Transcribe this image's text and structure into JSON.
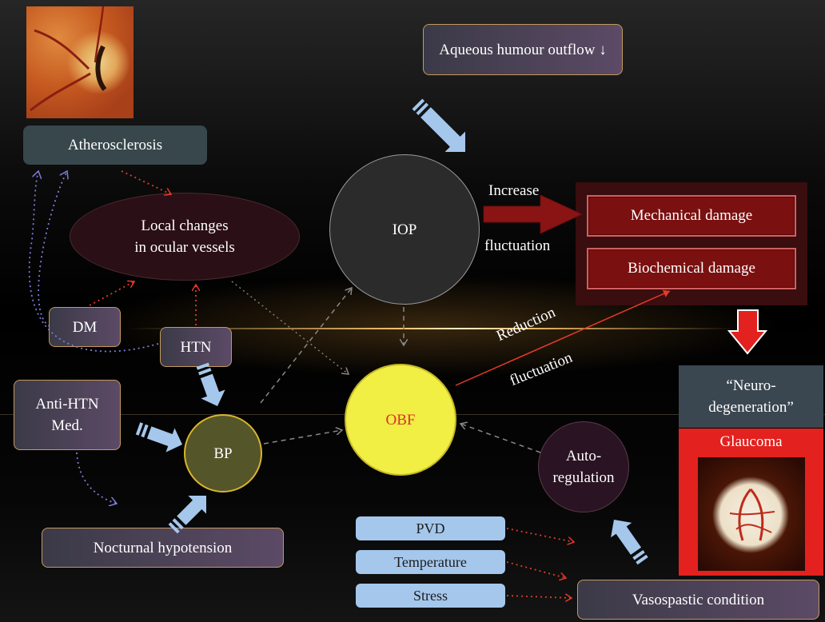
{
  "nodes": {
    "aqueous": "Aqueous humour outflow ↓",
    "atherosclerosis": "Atherosclerosis",
    "local_changes_line1": "Local changes",
    "local_changes_line2": "in ocular vessels",
    "iop": "IOP",
    "increase": "Increase",
    "fluctuation_top": "fluctuation",
    "mechanical": "Mechanical damage",
    "biochemical": "Biochemical damage",
    "dm": "DM",
    "htn": "HTN",
    "reduction": "Reduction",
    "fluctuation_bottom": "fluctuation",
    "neuro_line1": "“Neuro-",
    "neuro_line2": "degeneration”",
    "glaucoma": "Glaucoma",
    "anti_htn_line1": "Anti-HTN",
    "anti_htn_line2": "Med.",
    "obf": "OBF",
    "bp": "BP",
    "autoreg_line1": "Auto-",
    "autoreg_line2": "regulation",
    "nocturnal": "Nocturnal hypotension",
    "pvd": "PVD",
    "temperature": "Temperature",
    "stress": "Stress",
    "vasospastic": "Vasospastic condition"
  },
  "colors": {
    "obf_fill": "#f1ee44",
    "obf_text": "#d8342a",
    "bp_fill": "#55552a",
    "damage_red": "#7a1010",
    "glaucoma_red": "#e3211e",
    "light_blue": "#a5c7ec",
    "iop_fill": "#2b2b2b",
    "autoreg_fill": "#2a1322"
  }
}
